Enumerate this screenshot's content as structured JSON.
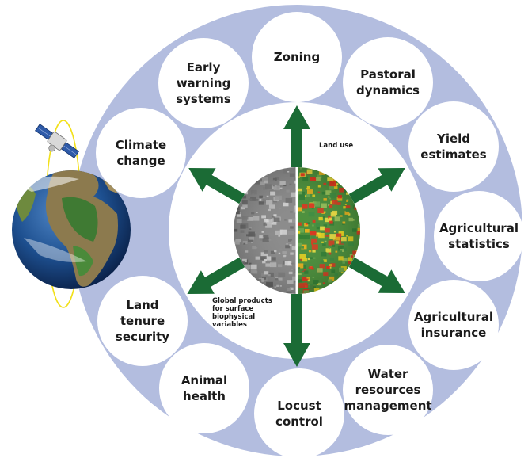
{
  "diagram": {
    "center_caption": "Global products for surface biophysical variables",
    "center_caption_lines": [
      "Global products",
      "for surface",
      "biophysical",
      "variables"
    ],
    "land_use_label": "Land use",
    "colors": {
      "ring": "#b3bddf",
      "node_fill": "#ffffff",
      "arrow": "#1b6b35",
      "text": "#1b1b1b"
    },
    "applications": [
      {
        "id": "zoning",
        "lines": [
          "Zoning"
        ]
      },
      {
        "id": "pastoral-dynamics",
        "lines": [
          "Pastoral",
          "dynamics"
        ]
      },
      {
        "id": "yield-estimates",
        "lines": [
          "Yield",
          "estimates"
        ]
      },
      {
        "id": "agricultural-statistics",
        "lines": [
          "Agricultural",
          "statistics"
        ]
      },
      {
        "id": "agricultural-insurance",
        "lines": [
          "Agricultural",
          "insurance"
        ]
      },
      {
        "id": "water-resources-management",
        "lines": [
          "Water",
          "resources",
          "management"
        ]
      },
      {
        "id": "locust-control",
        "lines": [
          "Locust",
          "control"
        ]
      },
      {
        "id": "animal-health",
        "lines": [
          "Animal",
          "health"
        ]
      },
      {
        "id": "land-tenure-security",
        "lines": [
          "Land",
          "tenure",
          "security"
        ]
      },
      {
        "id": "climate-change",
        "lines": [
          "Climate",
          "change"
        ]
      },
      {
        "id": "early-warning-systems",
        "lines": [
          "Early",
          "warning",
          "systems"
        ]
      }
    ],
    "icons": [
      "satellite-icon",
      "earth-globe-icon",
      "arrow-icon"
    ]
  }
}
